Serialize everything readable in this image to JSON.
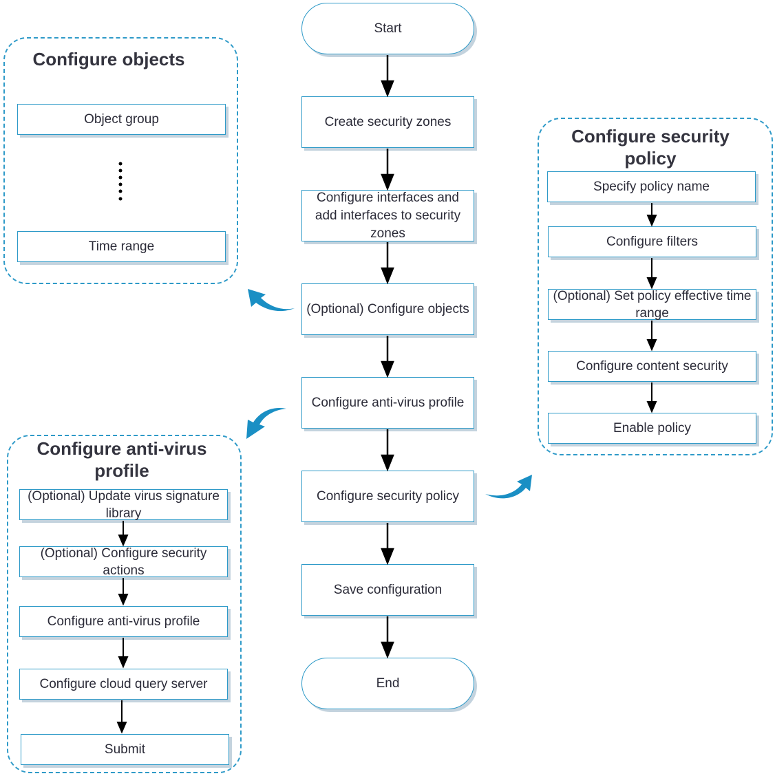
{
  "main_flow": {
    "start": "Start",
    "steps": [
      "Create security zones",
      "Configure interfaces and add interfaces to security zones",
      "(Optional) Configure objects",
      "Configure anti-virus profile",
      "Configure security policy",
      "Save configuration"
    ],
    "end": "End"
  },
  "objects_group": {
    "title": "Configure objects",
    "items": [
      "Object group",
      "Time range"
    ]
  },
  "antivirus_group": {
    "title": "Configure anti-virus profile",
    "items": [
      "(Optional) Update virus signature library",
      "(Optional) Configure security actions",
      "Configure anti-virus profile",
      "Configure cloud query server",
      "Submit"
    ]
  },
  "policy_group": {
    "title": "Configure security policy",
    "items": [
      "Specify policy name",
      "Configure filters",
      "(Optional) Set policy effective time range",
      "Configure content security",
      "Enable policy"
    ]
  },
  "colors": {
    "accent": "#2e9ac8",
    "arrow": "#000000",
    "curved_arrow": "#1a8fc4",
    "shadow": "#c4d3de"
  }
}
